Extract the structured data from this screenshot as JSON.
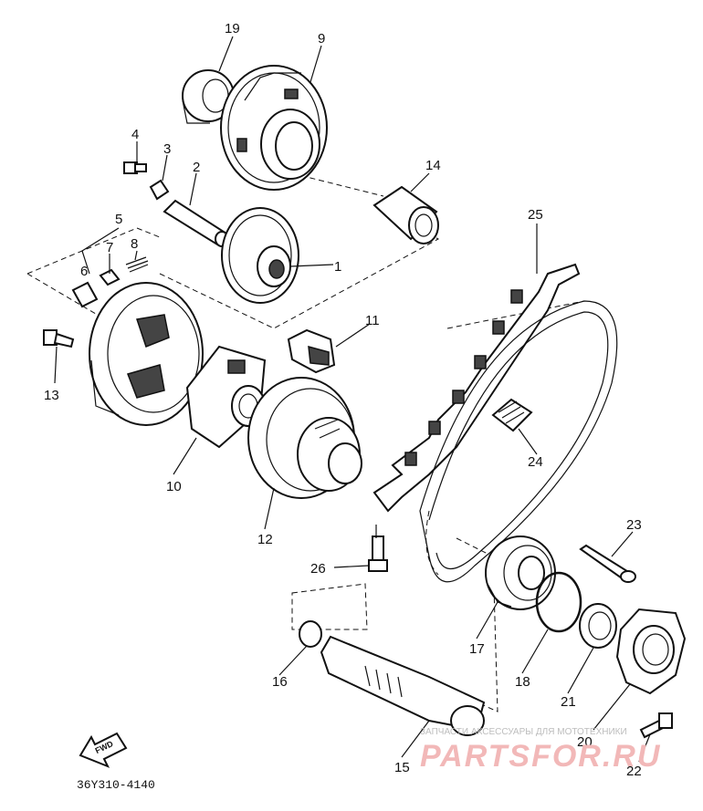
{
  "diagram": {
    "part_code": "36Y310-4140",
    "fwd_label": "FWD",
    "callouts": [
      "1",
      "2",
      "3",
      "4",
      "5",
      "6",
      "7",
      "8",
      "9",
      "10",
      "11",
      "12",
      "13",
      "14",
      "15",
      "16",
      "17",
      "18",
      "19",
      "20",
      "21",
      "22",
      "23",
      "24",
      "25",
      "26"
    ],
    "watermark": {
      "small_text": "ЗАПЧАСТИ АКСЕССУАРЫ ДЛЯ МОТОТЕХНИКИ",
      "brand_text": "PARTSFOR.RU",
      "color": "#f2b8b8"
    }
  }
}
